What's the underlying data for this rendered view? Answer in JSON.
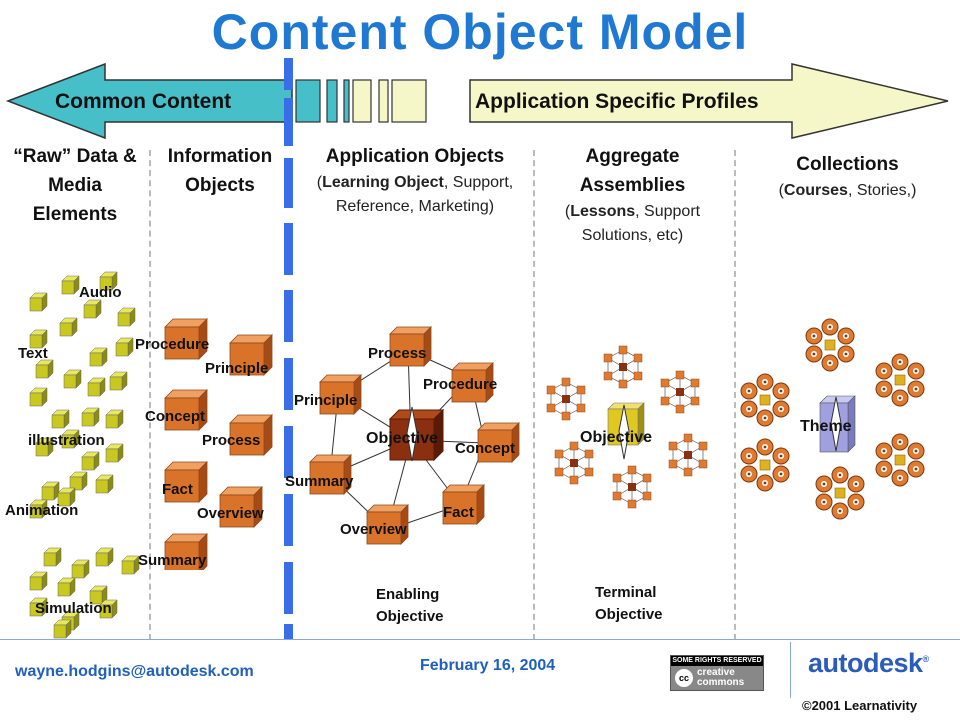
{
  "title": "Content Object Model",
  "band": {
    "left_label": "Common Content",
    "right_label": "Application Specific Profiles",
    "colors": {
      "left": "#46bfc9",
      "right": "#f6f7c9",
      "stroke": "#333333"
    }
  },
  "columns": {
    "raw": {
      "heading": "“Raw” Data & Media Elements"
    },
    "info": {
      "heading": "Information Objects"
    },
    "app": {
      "heading": "Application Objects",
      "sub_bold_1": "Learning Object",
      "sub_rest_1": ", Support, Reference, Marketing)",
      "sub_open": "("
    },
    "agg": {
      "heading": "Aggregate Assemblies",
      "sub_open": "(",
      "sub_bold_1": "Lessons",
      "sub_rest_1": ", Support Solutions, etc)"
    },
    "coll": {
      "heading": "Collections",
      "sub_open": "(",
      "sub_bold_1": "Courses",
      "sub_rest_1": ", Stories,)"
    }
  },
  "raw_labels": [
    "Audio",
    "Text",
    "illustration",
    "Animation",
    "Simulation"
  ],
  "info_labels": [
    "Procedure",
    "Principle",
    "Concept",
    "Process",
    "Fact",
    "Overview",
    "Summary"
  ],
  "app_labels": {
    "center": "Objective",
    "process": "Process",
    "procedure": "Procedure",
    "principle": "Principle",
    "concept": "Concept",
    "summary": "Summary",
    "fact": "Fact",
    "overview": "Overview"
  },
  "agg_center": "Objective",
  "coll_center": "Theme",
  "enabling": "Enabling Objective",
  "terminal": "Terminal Objective",
  "footer": {
    "email": "wayne.hodgins@autodesk.com",
    "date": "February 16, 2004",
    "cc_top": "SOME RIGHTS RESERVED",
    "cc_name": "creative commons",
    "brand": "autodesk",
    "copyright": "©2001 Learnativity"
  },
  "colors": {
    "title": "#1f78d1",
    "cube_yellow": "#c8c820",
    "cube_orange": "#d9732a",
    "cube_dark": "#8a2f10",
    "blue_bar": "#3a6ee8"
  }
}
